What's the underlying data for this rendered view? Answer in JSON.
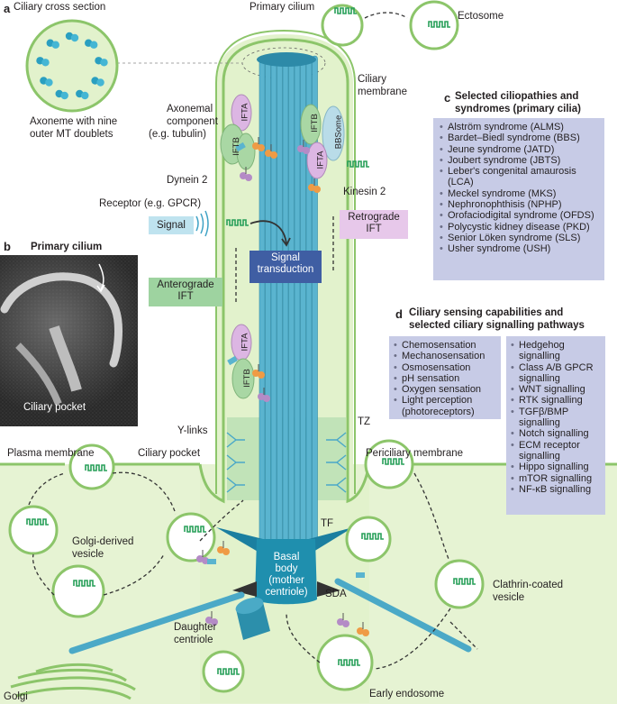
{
  "panels": {
    "a": "a",
    "b": "b",
    "c": "c",
    "d": "d"
  },
  "panel_a": {
    "ciliary_cross_section": "Ciliary cross section",
    "axoneme_caption_line1": "Axoneme with nine",
    "axoneme_caption_line2": "outer MT doublets",
    "primary_cilium": "Primary cilium",
    "ectosome": "Ectosome",
    "ciliary_membrane_line1": "Ciliary",
    "ciliary_membrane_line2": "membrane",
    "axonemal_component_line1": "Axonemal",
    "axonemal_component_line2": "component",
    "axonemal_component_line3": "(e.g. tubulin)",
    "dynein2": "Dynein 2",
    "kinesin2": "Kinesin 2",
    "receptor": "Receptor (e.g. GPCR)",
    "signal": "Signal",
    "signal_transduction_line1": "Signal",
    "signal_transduction_line2": "transduction",
    "retrograde_line1": "Retrograde",
    "retrograde_line2": "IFT",
    "anterograde_line1": "Anterograde",
    "anterograde_line2": "IFT",
    "ifta": "IFTA",
    "iftb": "IFTB",
    "bbsome": "BBSome",
    "y_links": "Y-links",
    "tz": "TZ",
    "tf": "TF",
    "sda": "SDA",
    "plasma_membrane": "Plasma membrane",
    "ciliary_pocket": "Ciliary pocket",
    "periciliary_membrane": "Periciliary membrane",
    "golgi_derived_line1": "Golgi-derived",
    "golgi_derived_line2": "vesicle",
    "basal_body_line1": "Basal",
    "basal_body_line2": "body",
    "basal_body_line3": "(mother",
    "basal_body_line4": "centriole)",
    "daughter_line1": "Daughter",
    "daughter_line2": "centriole",
    "clathrin_line1": "Clathrin-coated",
    "clathrin_line2": "vesicle",
    "early_endosome": "Early endosome",
    "golgi": "Golgi"
  },
  "panel_b": {
    "title": "Primary cilium",
    "ciliary_pocket": "Ciliary pocket"
  },
  "panel_c": {
    "title_line1": "Selected ciliopathies and",
    "title_line2": "syndromes (primary cilia)",
    "items": [
      "Alström syndrome (ALMS)",
      "Bardet–Biedl syndrome (BBS)",
      "Jeune syndrome (JATD)",
      "Joubert syndrome (JBTS)",
      "Leber's congenital amaurosis (LCA)",
      "Meckel syndrome (MKS)",
      "Nephronophthisis (NPHP)",
      "Orofaciodigital syndrome (OFDS)",
      "Polycystic kidney disease (PKD)",
      "Senior Löken syndrome (SLS)",
      "Usher syndrome (USH)"
    ]
  },
  "panel_d": {
    "title_line1": "Ciliary sensing capabilities and",
    "title_line2": "selected ciliary signalling pathways",
    "sensing": [
      "Chemosensation",
      "Mechanosensation",
      "Osmosensation",
      "pH sensation",
      "Oxygen sensation",
      "Light perception (photoreceptors)"
    ],
    "pathways": [
      "Hedgehog signalling",
      "Class A/B GPCR signalling",
      "WNT signalling",
      "RTK signalling",
      "TGFβ/BMP signalling",
      "Notch signalling",
      "ECM receptor signalling",
      "Hippo signalling",
      "mTOR signalling",
      "NF-κB signalling"
    ]
  },
  "colors": {
    "membrane_fill": "#e2f2cc",
    "membrane_stroke": "#8cc56a",
    "axoneme": "#5ab4cf",
    "basal_body": "#1f8fae",
    "box": "#c7cbe6",
    "signal_box": "#bfe3ef",
    "transduction_box": "#3f5ea3",
    "retrograde_box": "#e7c8ea",
    "anterograde_box": "#9ed3a0",
    "ifta": "#dcb6e3",
    "iftb": "#a9d7a4",
    "bbsome": "#b9dce8",
    "motor_orange": "#ef9b45",
    "receptor_green": "#29a05a"
  }
}
